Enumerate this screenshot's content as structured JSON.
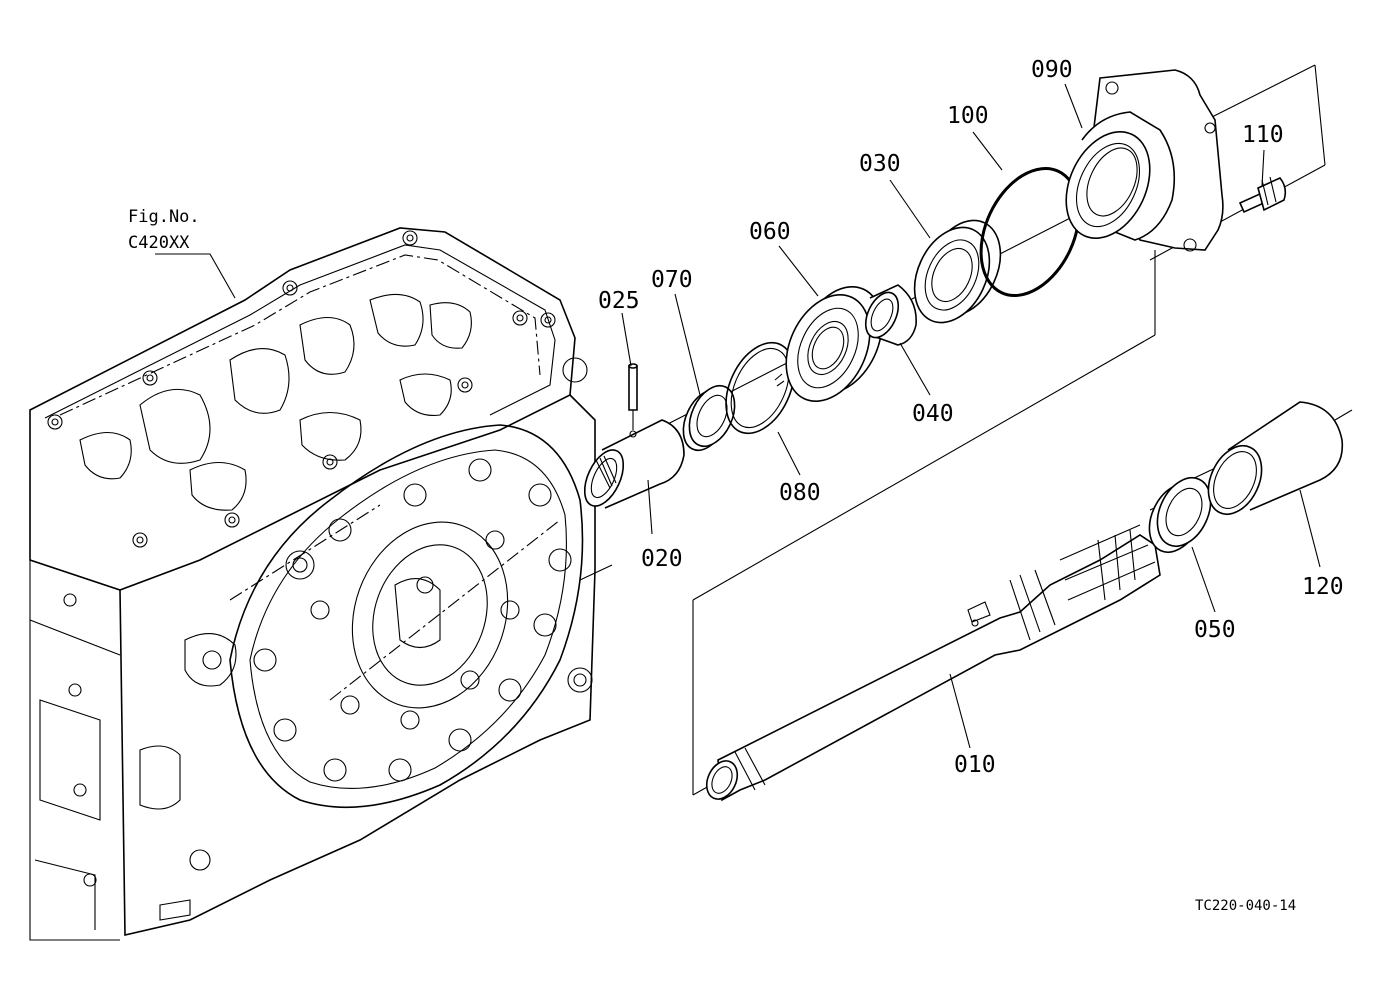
{
  "figure_reference": {
    "caption": "Fig.No.",
    "number": "C420XX"
  },
  "drawing_code": "TC220-040-14",
  "callouts": [
    {
      "id": "part-010",
      "label": "010"
    },
    {
      "id": "part-020",
      "label": "020"
    },
    {
      "id": "part-025",
      "label": "025"
    },
    {
      "id": "part-030",
      "label": "030"
    },
    {
      "id": "part-040",
      "label": "040"
    },
    {
      "id": "part-050",
      "label": "050"
    },
    {
      "id": "part-060",
      "label": "060"
    },
    {
      "id": "part-070",
      "label": "070"
    },
    {
      "id": "part-080",
      "label": "080"
    },
    {
      "id": "part-090",
      "label": "090"
    },
    {
      "id": "part-100",
      "label": "100"
    },
    {
      "id": "part-110",
      "label": "110"
    },
    {
      "id": "part-120",
      "label": "120"
    }
  ]
}
